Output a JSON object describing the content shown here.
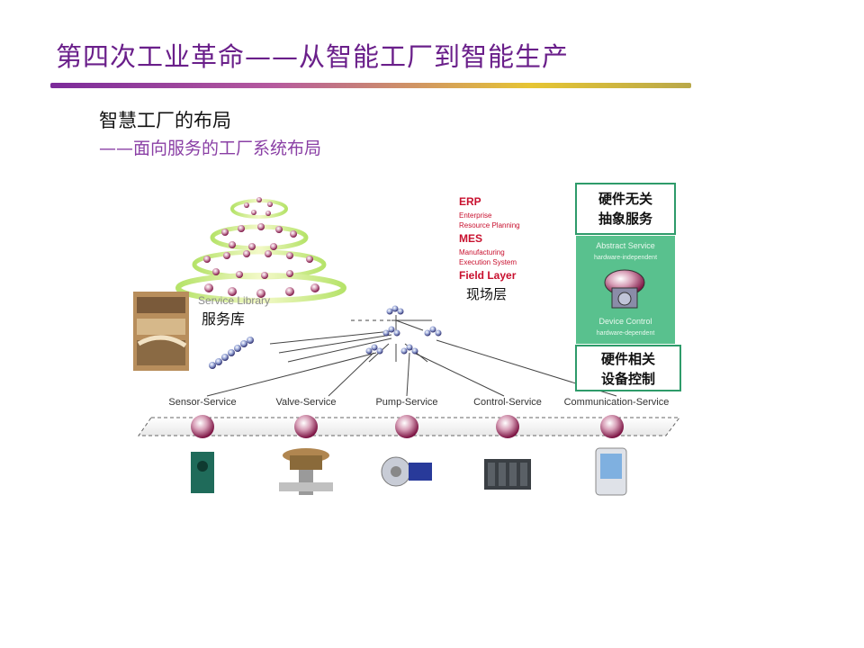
{
  "slide": {
    "title": "第四次工业革命——从智能工厂到智能生产",
    "heading": "智慧工厂的布局",
    "subheading": "——面向服务的工厂系统布局"
  },
  "diagram": {
    "pyramid_layers": {
      "erp": "ERP",
      "erp_desc1": "Enterprise",
      "erp_desc2": "Resource Planning",
      "mes": "MES",
      "mes_desc1": "Manufacturing",
      "mes_desc2": "Execution System",
      "field": "Field Layer",
      "field_cn": "现场层"
    },
    "service_library": {
      "en": "Service Library",
      "cn": "服务库"
    },
    "right_panel": {
      "top_box": [
        "硬件无关",
        "抽象服务"
      ],
      "abstract_service": "Abstract Service",
      "hardware_independent": "hardware-independent",
      "device_control": "Device Control",
      "hardware_dependent": "hardware-dependent",
      "bottom_box": [
        "硬件相关",
        "设备控制"
      ]
    },
    "services": [
      "Sensor-Service",
      "Valve-Service",
      "Pump-Service",
      "Control-Service",
      "Communication-Service"
    ],
    "colors": {
      "title": "#6a1f8a",
      "accent_red": "#c8102e",
      "panel_green": "#2e9b6a",
      "node_purple": "#5a4a8a"
    }
  }
}
